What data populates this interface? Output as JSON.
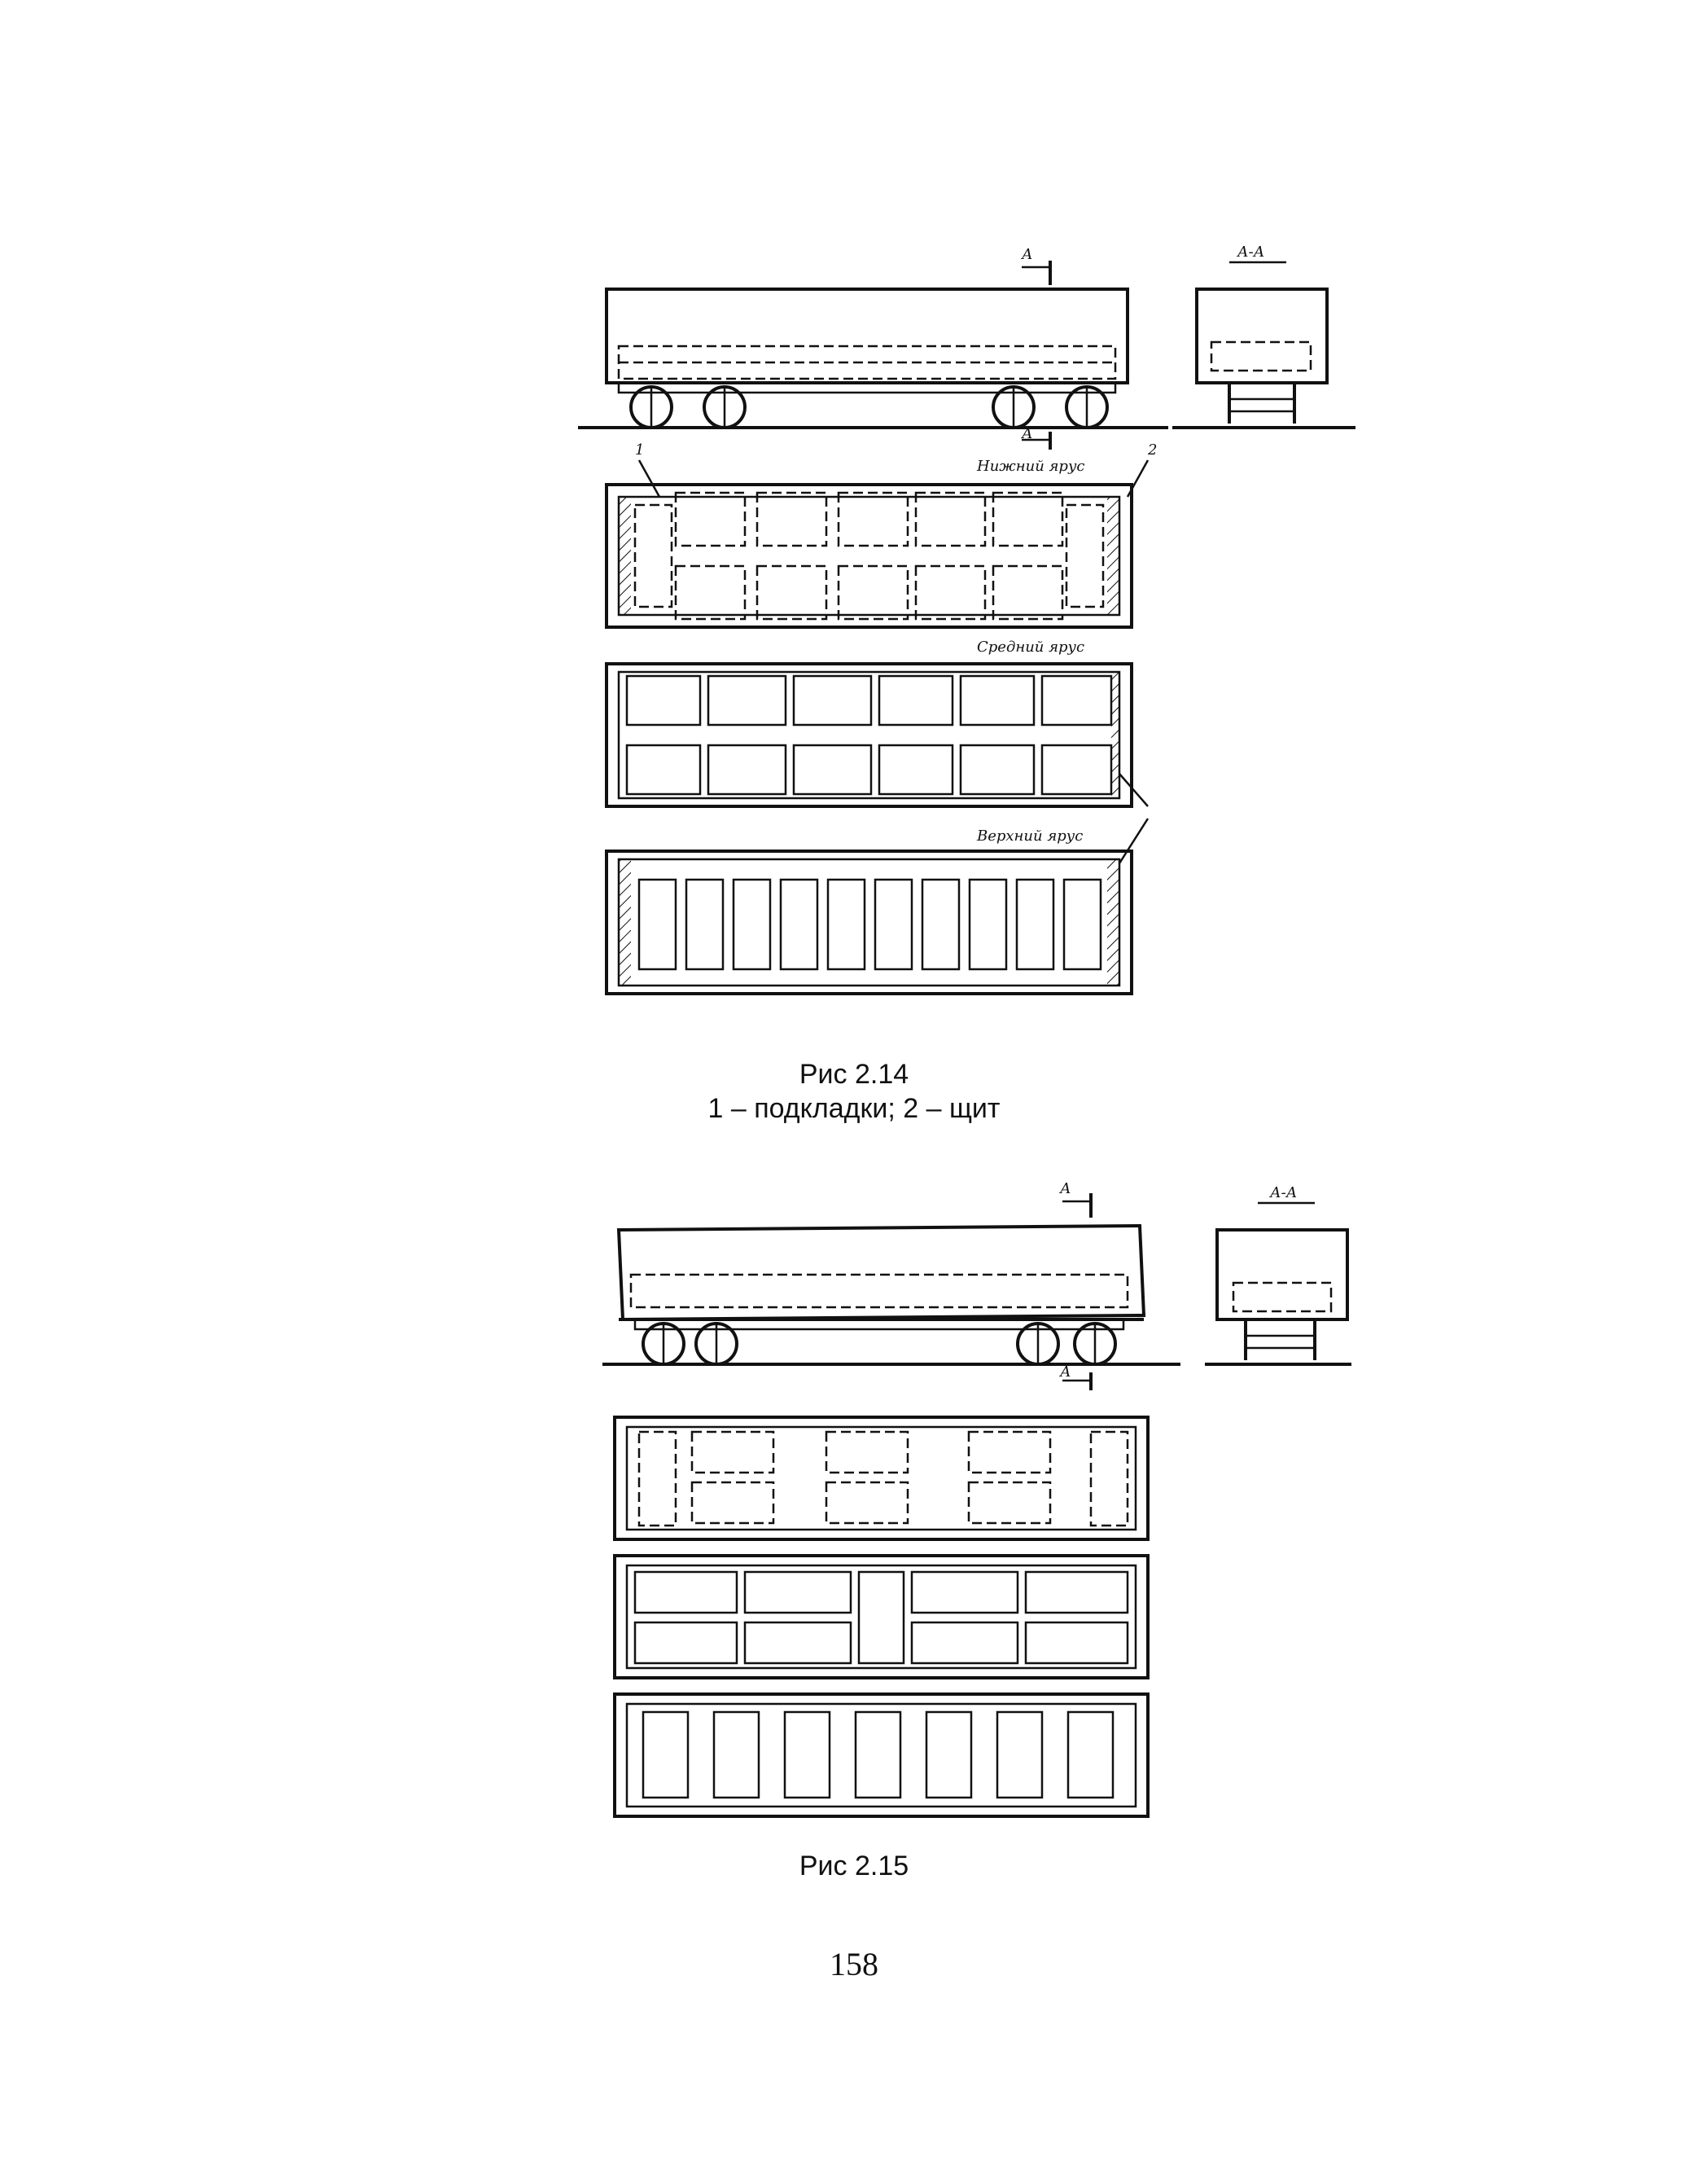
{
  "figures": [
    {
      "caption_title": "Рис 2.14",
      "caption_legend": "1 – подкладки; 2 – щит",
      "labels": {
        "section_mark": "А",
        "section_title": "А-А",
        "lower_tier": "Нижний ярус",
        "middle_tier": "Средний ярус",
        "upper_tier": "Верхний ярус",
        "callout_1": "1",
        "callout_2": "2"
      }
    },
    {
      "caption_title": "Рис 2.15",
      "labels": {
        "section_mark": "А",
        "section_title": "А-А"
      }
    }
  ],
  "page_number": "158"
}
